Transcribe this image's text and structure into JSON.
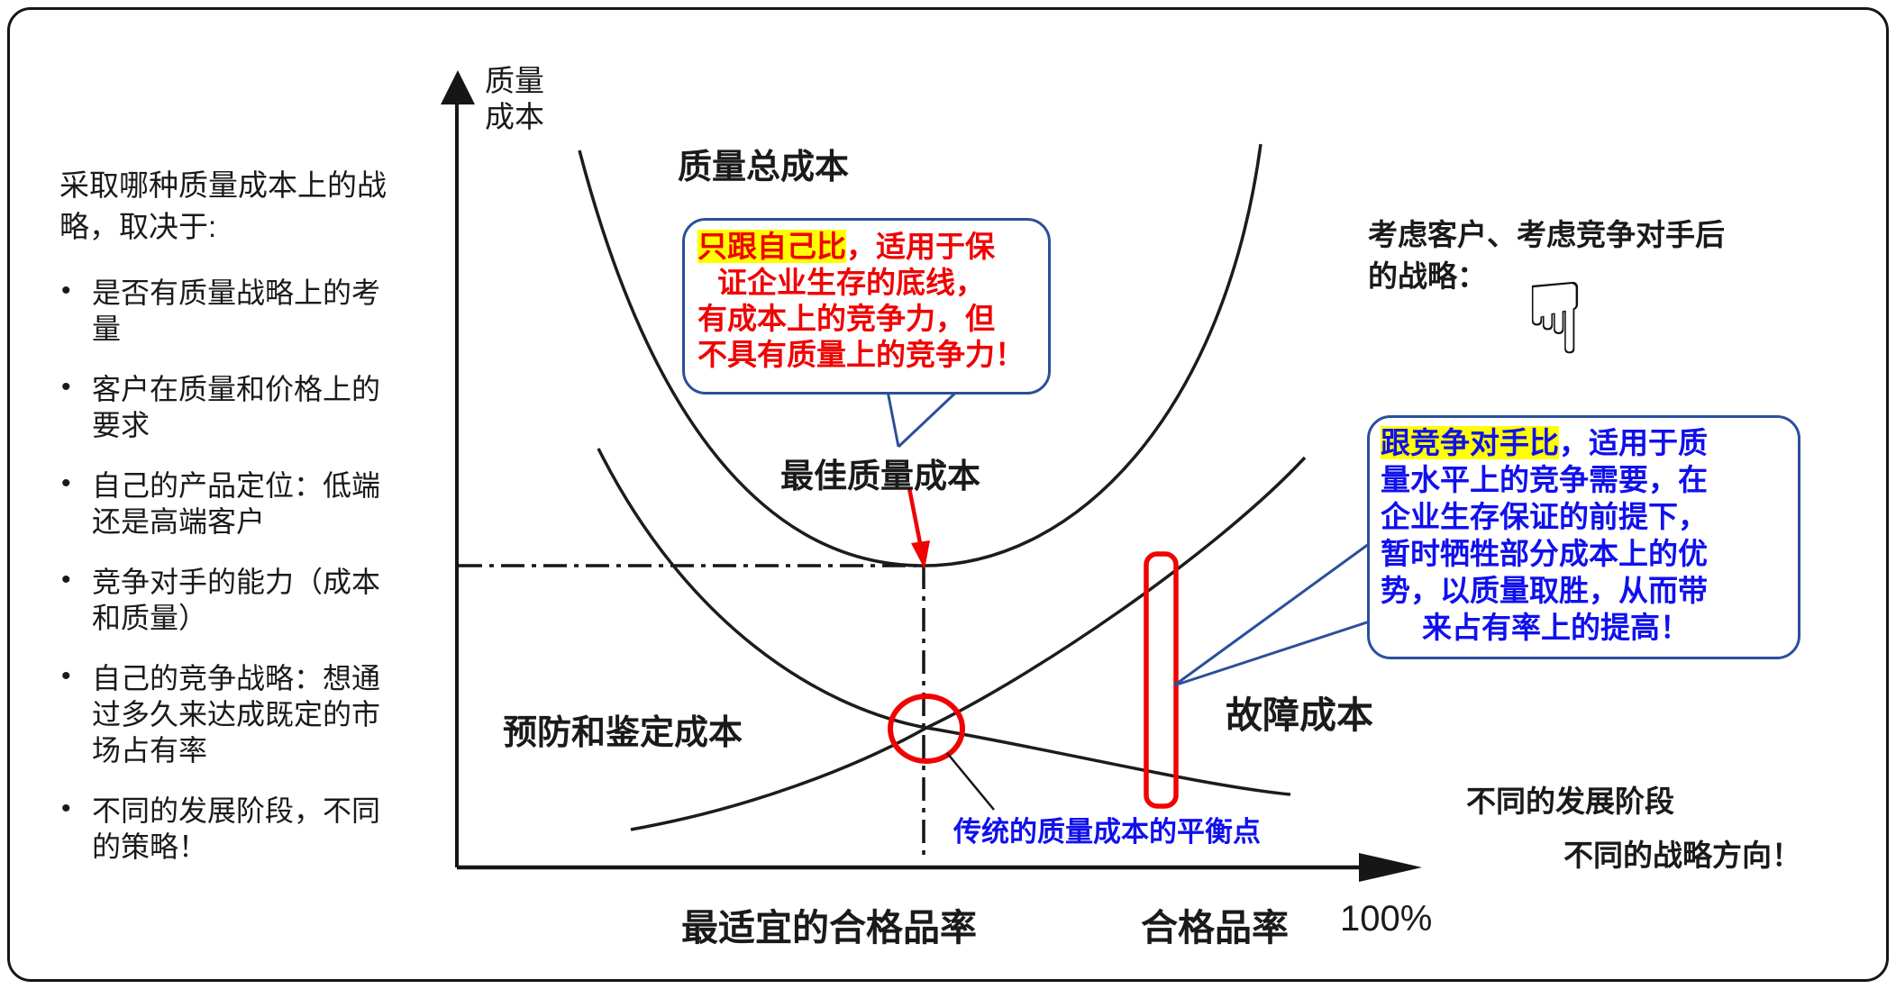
{
  "colors": {
    "ink": "#1a1a1a",
    "red_accent": "#f00303",
    "blue_text": "#1010ee",
    "bubble_border": "#2b4f9b",
    "highlight": "#ffff00"
  },
  "left_panel": {
    "title_lines": [
      "采取哪种质量成本上的战",
      "略，取决于:"
    ],
    "bullet_char": "•",
    "bullets": [
      {
        "lines": [
          "是否有质量战略上的考",
          "量"
        ]
      },
      {
        "lines": [
          "客户在质量和价格上的",
          "要求"
        ]
      },
      {
        "lines": [
          "自己的产品定位：低端",
          "还是高端客户"
        ]
      },
      {
        "lines": [
          "竞争对手的能力（成本",
          "和质量）"
        ]
      },
      {
        "lines": [
          "自己的竞争战略：想通",
          "过多久来达成既定的市",
          "场占有率"
        ]
      },
      {
        "lines": [
          "不同的发展阶段，不同",
          "的策略！"
        ]
      }
    ]
  },
  "chart": {
    "y_axis_label_lines": [
      "质量",
      "成本"
    ],
    "total_cost_label": "质量总成本",
    "best_cost_label": "最佳质量成本",
    "prevention_label": "预防和鉴定成本",
    "failure_label": "故障成本",
    "balance_point_label": "传统的质量成本的平衡点",
    "x_optimal_label": "最适宜的合格品率",
    "x_axis_label": "合格品率",
    "x_max_label": "100%"
  },
  "red_bubble": {
    "highlight": "只跟自己比",
    "line1_rest": "，适用于保",
    "lines": [
      "证企业生存的底线，",
      "有成本上的竞争力，但",
      "不具有质量上的竞争力！"
    ]
  },
  "blue_bubble": {
    "highlight": "跟竞争对手比",
    "line1_rest": "，适用于质",
    "lines": [
      "量水平上的竞争需要，在",
      "企业生存保证的前提下，",
      "暂时牺牲部分成本上的优",
      "势，以质量取胜，从而带",
      "来占有率上的提高！"
    ]
  },
  "right_panel": {
    "heading_lines": [
      "考虑客户、考虑竞争对手后",
      "的战略："
    ],
    "hand_icon": "☟"
  },
  "footer": {
    "line1": "不同的发展阶段",
    "line2": "不同的战略方向！"
  }
}
